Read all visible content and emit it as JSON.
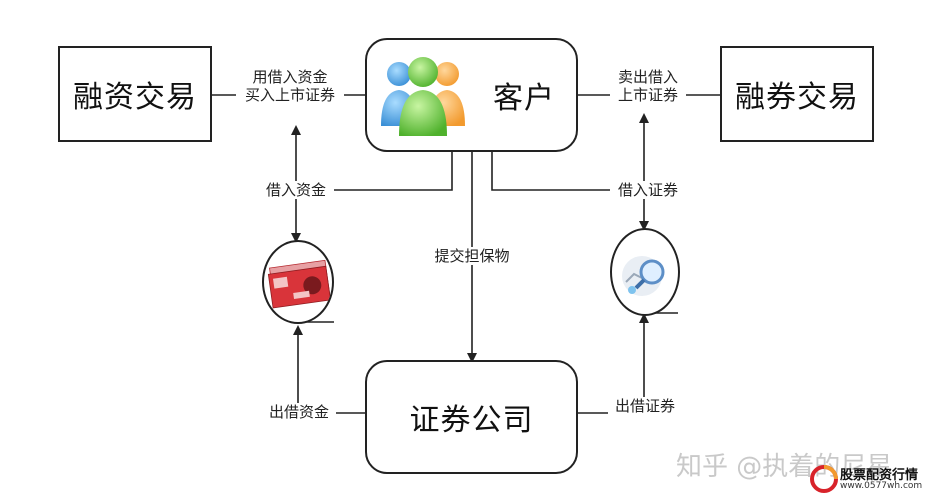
{
  "nodes": {
    "margin_trading": "融资交易",
    "client": "客户",
    "short_selling": "融券交易",
    "broker": "证券公司"
  },
  "edges": {
    "buy_with_loan_line1": "用借入资金",
    "buy_with_loan_line2": "买入上市证券",
    "sell_borrowed_line1": "卖出借入",
    "sell_borrowed_line2": "上市证券",
    "borrow_funds": "借入资金",
    "borrow_securities": "借入证券",
    "submit_collateral": "提交担保物",
    "lend_funds": "出借资金",
    "lend_securities": "出借证券"
  },
  "icons": {
    "client": "people-group-icon",
    "funds": "banknotes-icon",
    "securities": "magnifier-chart-icon"
  },
  "watermark": {
    "text": "知乎 @执着的尼星",
    "logo_title": "股票配资行情",
    "logo_url": "www.0577wh.com"
  },
  "colors": {
    "line": "#222222",
    "person_blue": "#3a8fd6",
    "person_green": "#5cc23a",
    "person_orange": "#f29a2e",
    "money_red": "#d9343a",
    "logo_red": "#d8232a"
  }
}
